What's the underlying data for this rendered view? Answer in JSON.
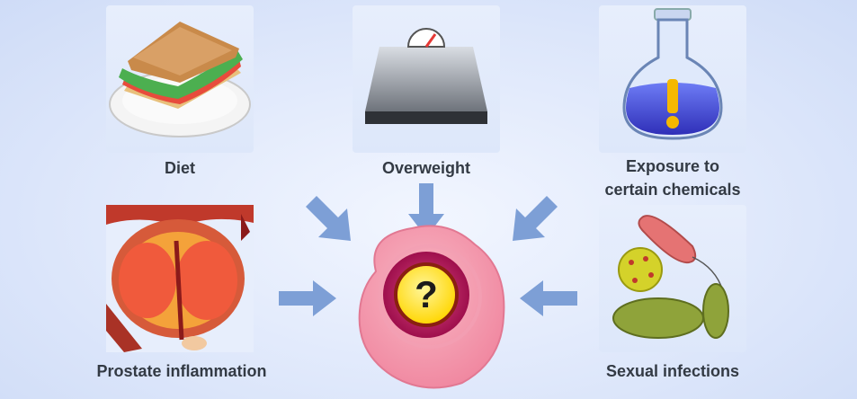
{
  "factors": {
    "diet": {
      "label": "Diet",
      "icon": "sandwich-icon"
    },
    "overweight": {
      "label": "Overweight",
      "icon": "scale-icon"
    },
    "chemicals": {
      "label_line1": "Exposure to",
      "label_line2": "certain chemicals",
      "icon": "flask-icon"
    },
    "inflammation": {
      "label": "Prostate inflammation",
      "icon": "prostate-icon"
    },
    "infections": {
      "label": "Sexual infections",
      "icon": "bacteria-icon"
    }
  },
  "center": {
    "symbol": "?",
    "icon": "cell-icon"
  },
  "colors": {
    "arrow": "#7d9fd6",
    "cell": "#f39ab0",
    "nucleus": "#c2185b",
    "question": "#ffe000"
  }
}
